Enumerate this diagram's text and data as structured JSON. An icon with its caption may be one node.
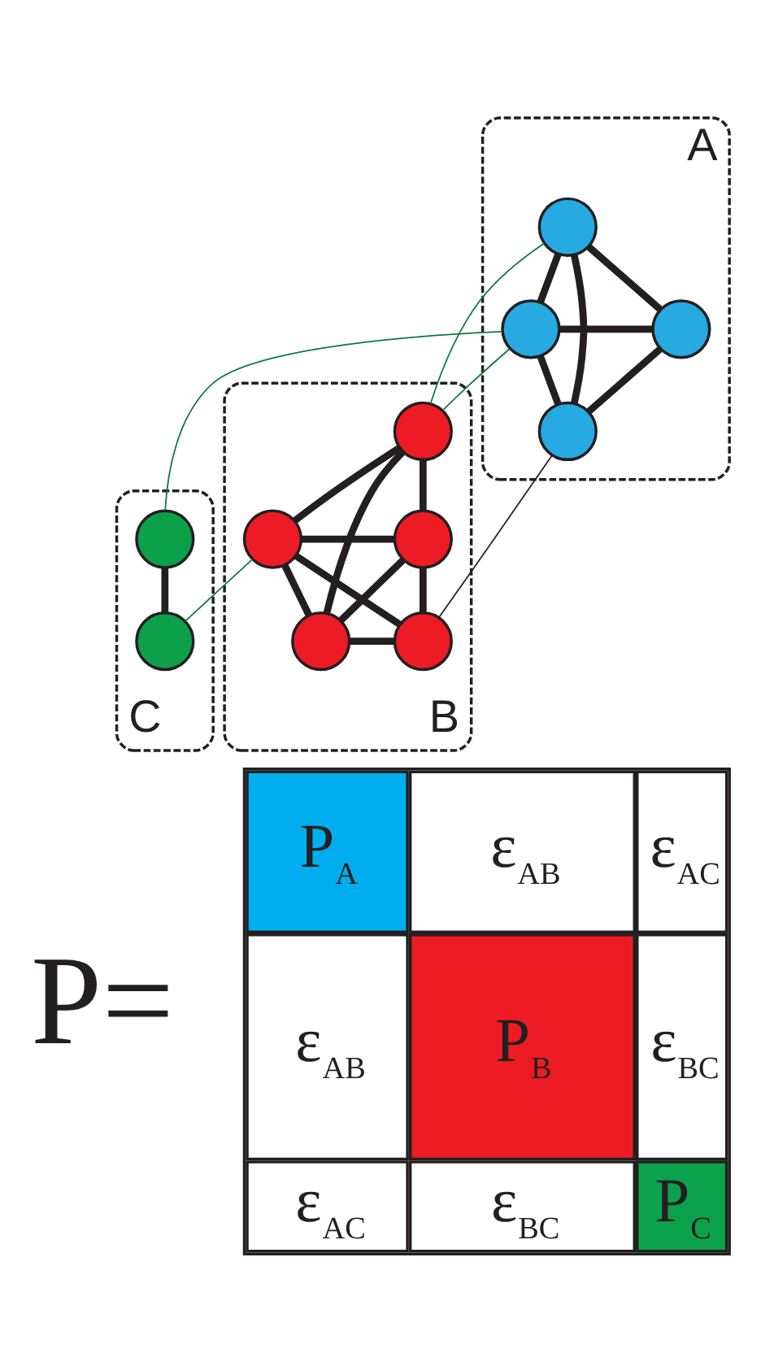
{
  "diagram": {
    "nodes": [
      {
        "text": [
          "A"
        ]
      },
      {
        "text": [],
        "shape": "circle",
        "in": 0
      },
      {
        "text": [],
        "shape": "circle",
        "in": 0
      },
      {
        "text": [],
        "shape": "circle",
        "in": 0
      },
      {
        "text": [],
        "shape": "circle",
        "in": 0
      },
      {
        "text": [
          "B"
        ]
      },
      {
        "text": [],
        "shape": "circle",
        "in": 5
      },
      {
        "text": [],
        "shape": "circle",
        "in": 5
      },
      {
        "text": [],
        "shape": "circle",
        "in": 5
      },
      {
        "text": [],
        "shape": "circle",
        "in": 5
      },
      {
        "text": [],
        "shape": "circle",
        "in": 5
      },
      {
        "text": [
          "C"
        ]
      },
      {
        "text": [],
        "shape": "circle",
        "in": 11
      },
      {
        "text": [],
        "shape": "circle",
        "in": 11
      }
    ],
    "edges": [
      {
        "from": 1,
        "to": 2,
        "arrow": "none"
      },
      {
        "from": 1,
        "to": 3,
        "arrow": "none"
      },
      {
        "from": 1,
        "to": 4,
        "arrow": "none"
      },
      {
        "from": 2,
        "to": 3,
        "arrow": "none"
      },
      {
        "from": 2,
        "to": 4,
        "arrow": "none"
      },
      {
        "from": 3,
        "to": 4,
        "arrow": "none"
      },
      {
        "from": 6,
        "to": 7,
        "arrow": "none"
      },
      {
        "from": 6,
        "to": 8,
        "arrow": "none"
      },
      {
        "from": 6,
        "to": 9,
        "arrow": "none"
      },
      {
        "from": 7,
        "to": 8,
        "arrow": "none"
      },
      {
        "from": 7,
        "to": 9,
        "arrow": "none"
      },
      {
        "from": 7,
        "to": 10,
        "arrow": "none"
      },
      {
        "from": 8,
        "to": 9,
        "arrow": "none"
      },
      {
        "from": 8,
        "to": 10,
        "arrow": "none"
      },
      {
        "from": 9,
        "to": 10,
        "arrow": "none"
      },
      {
        "from": 12,
        "to": 13,
        "arrow": "none"
      },
      {
        "from": 1,
        "to": 6,
        "arrow": "none",
        "color": "#0b7a3e"
      },
      {
        "from": 3,
        "to": 6,
        "arrow": "none",
        "color": "#0b7a3e"
      },
      {
        "from": 4,
        "to": 10,
        "arrow": "none"
      },
      {
        "from": 3,
        "to": 12,
        "arrow": "none",
        "color": "#0b7a3e"
      },
      {
        "from": 8,
        "to": 13,
        "arrow": "none",
        "color": "#0b7a3e"
      }
    ],
    "labels": [
      "P=",
      "P$_{A}$",
      "ε$_{AB}$",
      "ε$_{AC}$",
      "ε$_{AB}$",
      "P$_{B}$",
      "ε$_{BC}$",
      "ε$_{AC}$",
      "ε$_{BC}$",
      "P$_{C}$"
    ]
  }
}
